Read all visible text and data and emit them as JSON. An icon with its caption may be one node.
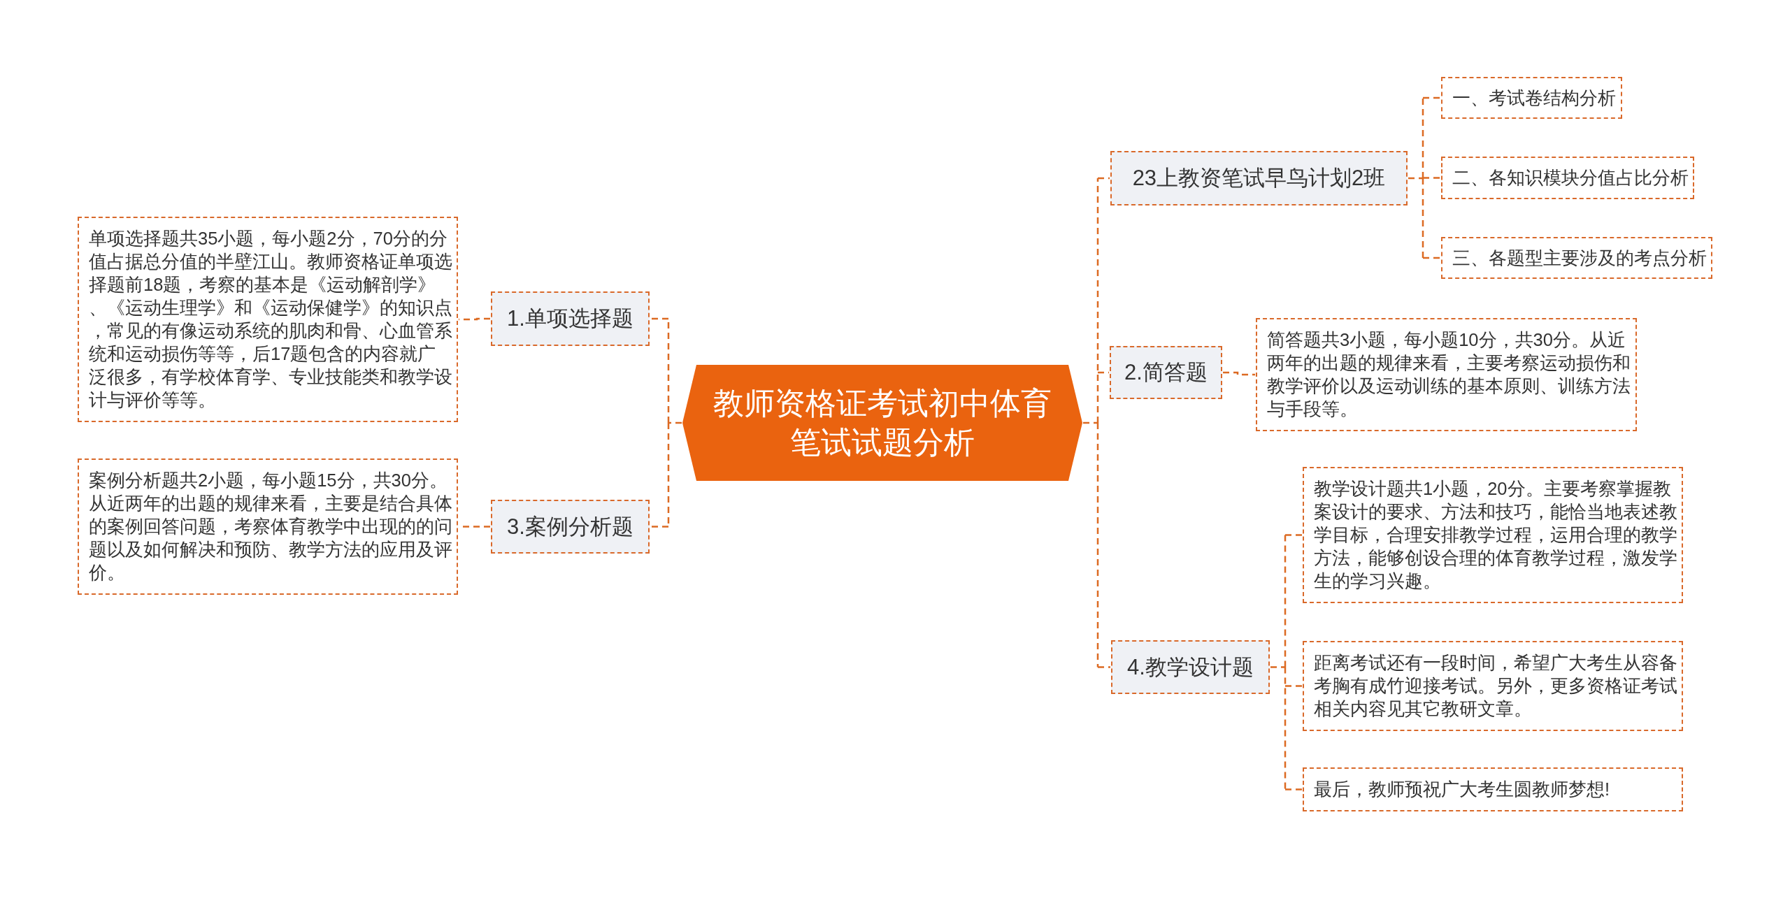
{
  "diagram": {
    "nodes": [
      {
        "text": [
          "教师资格证考试初中体育笔试试题分析"
        ]
      },
      {
        "text": [
          "1.单项选择题"
        ]
      },
      {
        "text": [
          "单项选择题共35小题，每小题2分，70分的分值占据总分值的半壁江山。教师资格证单项选择题前18题，考察的基本是《运动解剖学》、《运动生理学》和《运动保健学》的知识点，常见的有像运动系统的肌肉和骨、心血管系统和运动损伤等等，后17题包含的内容就广泛很多，有学校体育学、专业技能类和教学设计与评价等等。"
        ]
      },
      {
        "text": [
          "3.案例分析题"
        ]
      },
      {
        "text": [
          "案例分析题共2小题，每小题15分，共30分。从近两年的出题的规律来看，主要是结合具体的案例回答问题，考察体育教学中出现的的问题以及如何解决和预防、教学方法的应用及评价。"
        ]
      },
      {
        "text": [
          "23上教资笔试早鸟计划2班"
        ]
      },
      {
        "text": [
          "一、考试卷结构分析"
        ]
      },
      {
        "text": [
          "二、各知识模块分值占比分析"
        ]
      },
      {
        "text": [
          "三、各题型主要涉及的考点分析"
        ]
      },
      {
        "text": [
          "2.简答题"
        ]
      },
      {
        "text": [
          "简答题共3小题，每小题10分，共30分。从近两年的出题的规律来看，主要考察运动损伤和教学评价以及运动训练的基本原则、训练方法与手段等。"
        ]
      },
      {
        "text": [
          "4.教学设计题"
        ]
      },
      {
        "text": [
          "教学设计题共1小题，20分。主要考察掌握教案设计的要求、方法和技巧，能恰当地表述教学目标，合理安排教学过程，运用合理的教学方法，能够创设合理的体育教学过程，激发学生的学习兴趣。"
        ]
      },
      {
        "text": [
          "距离考试还有一段时间，希望广大考生从容备考胸有成竹迎接考试。另外，更多资格证考试相关内容见其它教研文章。"
        ]
      },
      {
        "text": [
          "最后，教师预祝广大考生圆教师梦想!"
        ]
      }
    ],
    "edges": [
      {
        "from": 0,
        "to": 1,
        "arrow": "none"
      },
      {
        "from": 1,
        "to": 2,
        "arrow": "none"
      },
      {
        "from": 0,
        "to": 3,
        "arrow": "none"
      },
      {
        "from": 3,
        "to": 4,
        "arrow": "none"
      },
      {
        "from": 0,
        "to": 5,
        "arrow": "none"
      },
      {
        "from": 5,
        "to": 6,
        "arrow": "none"
      },
      {
        "from": 5,
        "to": 7,
        "arrow": "none"
      },
      {
        "from": 5,
        "to": 8,
        "arrow": "none"
      },
      {
        "from": 0,
        "to": 9,
        "arrow": "none"
      },
      {
        "from": 9,
        "to": 10,
        "arrow": "none"
      },
      {
        "from": 0,
        "to": 11,
        "arrow": "none"
      },
      {
        "from": 11,
        "to": 12,
        "arrow": "none"
      },
      {
        "from": 11,
        "to": 13,
        "arrow": "none"
      },
      {
        "from": 11,
        "to": 14,
        "arrow": "none"
      }
    ]
  }
}
